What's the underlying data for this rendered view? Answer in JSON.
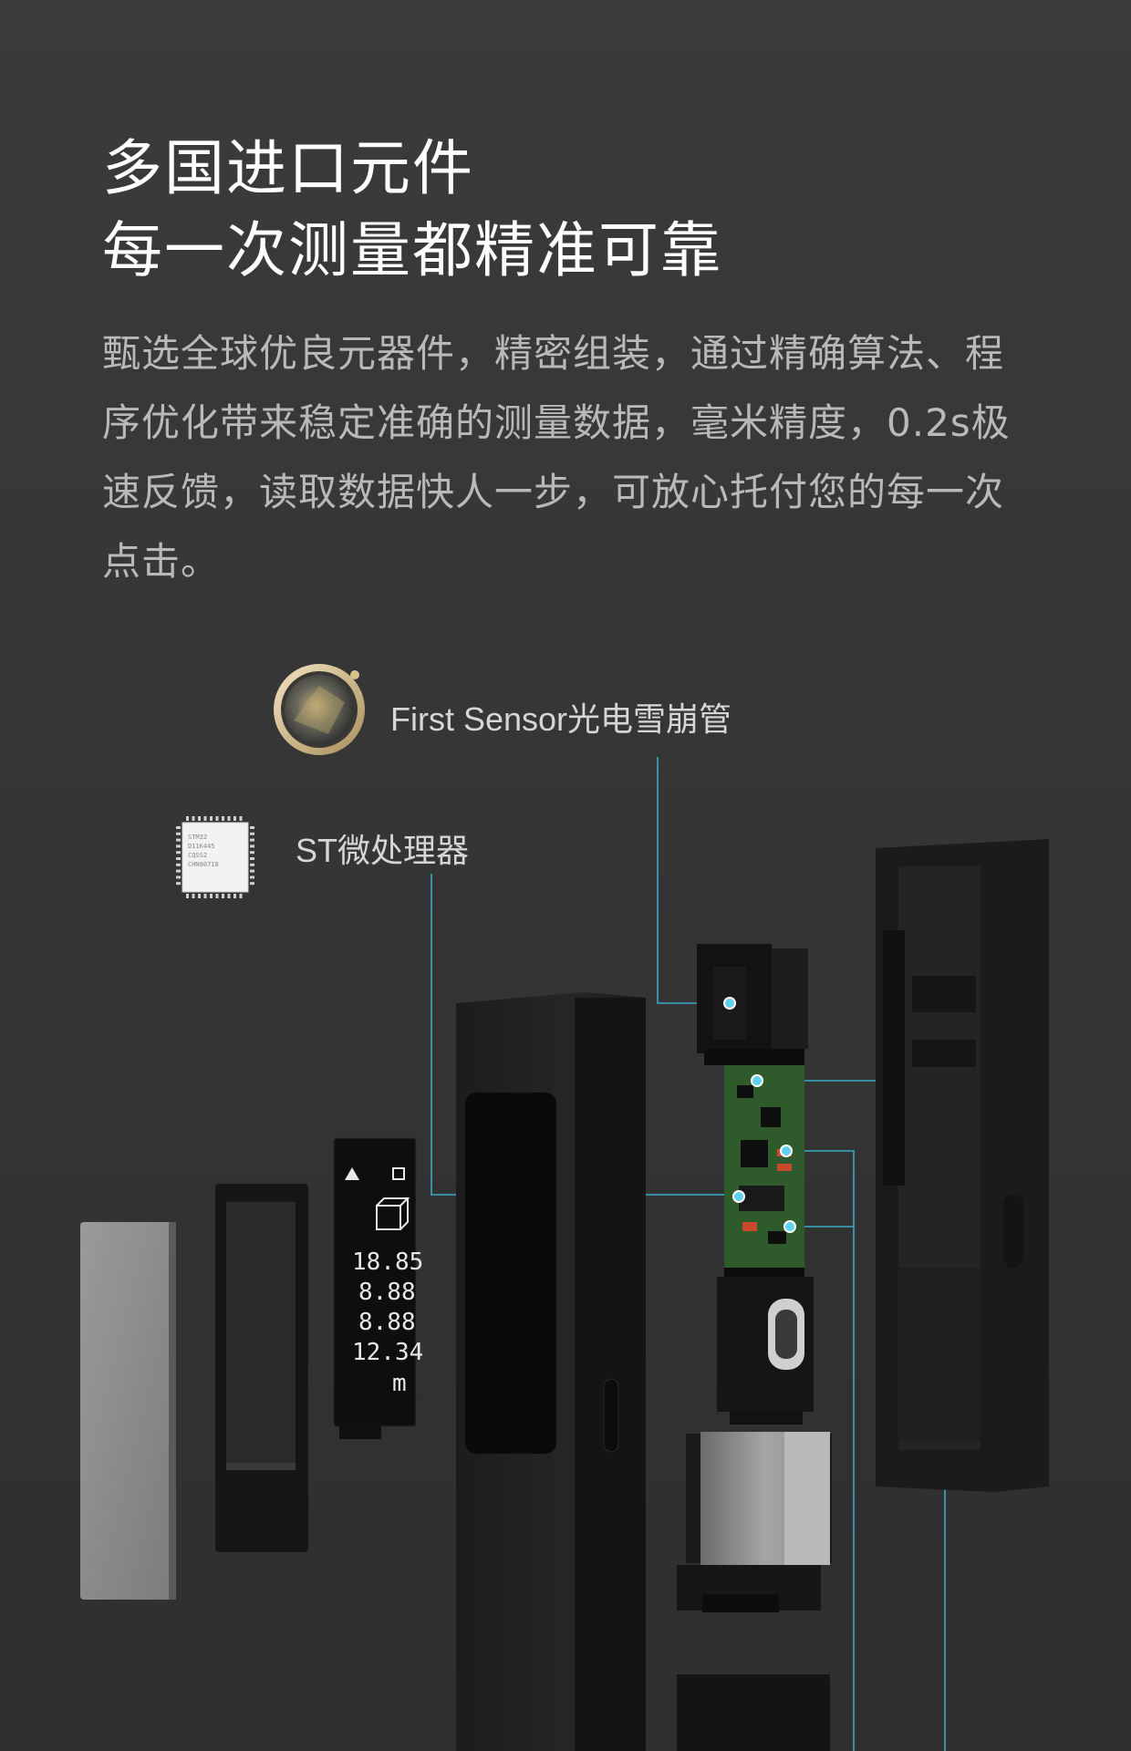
{
  "headline": {
    "line1": "多国进口元件",
    "line2": "每一次测量都精准可靠"
  },
  "description": "甄选全球优良元器件，精密组装，通过精确算法、程序优化带来稳定准确的测量数据，毫米精度，0.2s极速反馈，读取数据快人一步，可放心托付您的每一次点击。",
  "callouts": {
    "sensor": "First Sensor光电雪崩管",
    "mcu": "ST微处理器"
  },
  "chip_marking": [
    "STM32",
    "D11K445",
    "CQSS2",
    "CHN80718"
  ],
  "display_readings": [
    "18.85",
    "8.88",
    "8.88",
    "12.34"
  ],
  "display_unit": "m",
  "colors": {
    "background": "#3a3a3b",
    "heading": "#ffffff",
    "body": "#b9b9b9",
    "leader_line": "#3aa9c8",
    "dot": "#5fd2f0"
  }
}
